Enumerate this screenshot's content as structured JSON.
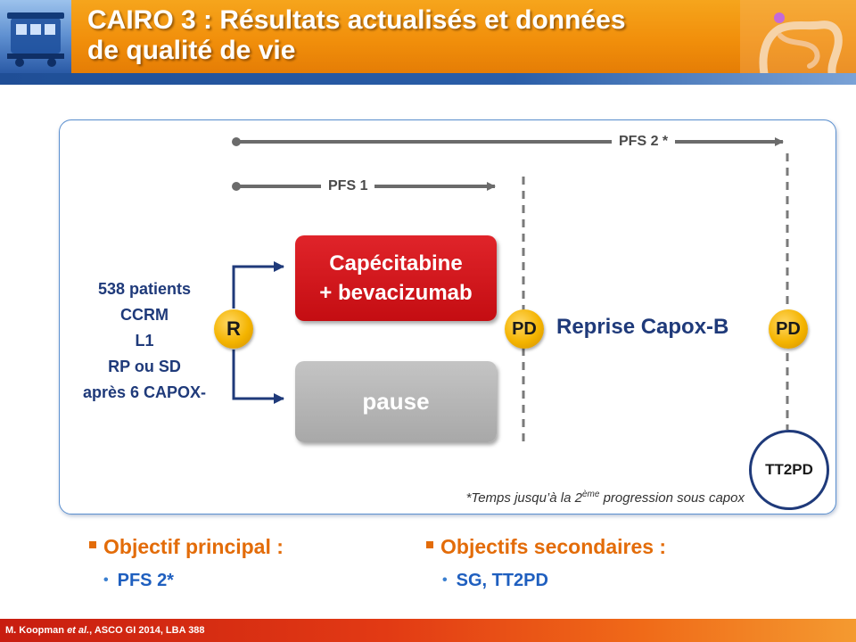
{
  "header": {
    "title_line1": "CAIRO 3 : Résultats actualisés et données",
    "title_line2": "de qualité de vie"
  },
  "diagram": {
    "pfs2_label": "PFS 2 *",
    "pfs1_label": "PFS 1",
    "patients_lines": [
      "538 patients",
      "CCRM",
      "L1",
      "RP ou SD",
      "après 6 CAPOX-"
    ],
    "randomization_label": "R",
    "arm1_line1": "Capécitabine",
    "arm1_line2": "+ bevacizumab",
    "arm2_label": "pause",
    "pd1_label": "PD",
    "pd2_label": "PD",
    "reprise_label": "Reprise Capox-B",
    "tt2pd_label": "TT2PD",
    "footnote_prefix": "*Temps jusqu’à la 2",
    "footnote_sup": "ème",
    "footnote_suffix": " progression sous capox"
  },
  "objectives": {
    "primary_title": "Objectif principal :",
    "primary_item": "PFS 2*",
    "secondary_title": "Objectifs secondaires :",
    "secondary_item": "SG, TT2PD"
  },
  "footer": {
    "author": "M. Koopman ",
    "etal": "et al.",
    "ref": ", ASCO GI 2014, LBA 388"
  },
  "colors": {
    "title_orange": "#f39c12",
    "navy": "#1f3a7a",
    "red_box": "#d0161c",
    "grey_box": "#b5b5b5",
    "gold_circle": "#f4b400",
    "objective_orange": "#e36c09",
    "objective_blue": "#1f5fbf"
  }
}
